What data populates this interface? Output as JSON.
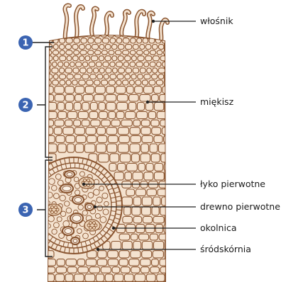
{
  "diagram": {
    "colors": {
      "cell_fill": "#f4e2cf",
      "cell_wall": "#8a5530",
      "leader": "#222222",
      "bracket": "#222222",
      "badge": "#3b64b2",
      "badge_text": "#ffffff"
    },
    "labels": [
      {
        "id": "root-hair",
        "text": "włośnik"
      },
      {
        "id": "parenchyma",
        "text": "miękisz"
      },
      {
        "id": "primary-phloem",
        "text": "łyko pierwotne"
      },
      {
        "id": "primary-xylem",
        "text": "drewno pierwotne"
      },
      {
        "id": "pericycle",
        "text": "okolnica"
      },
      {
        "id": "endodermis",
        "text": "śródskórnia"
      }
    ],
    "badges": [
      {
        "id": "badge-1",
        "number": "1"
      },
      {
        "id": "badge-2",
        "number": "2"
      },
      {
        "id": "badge-3",
        "number": "3"
      }
    ]
  }
}
